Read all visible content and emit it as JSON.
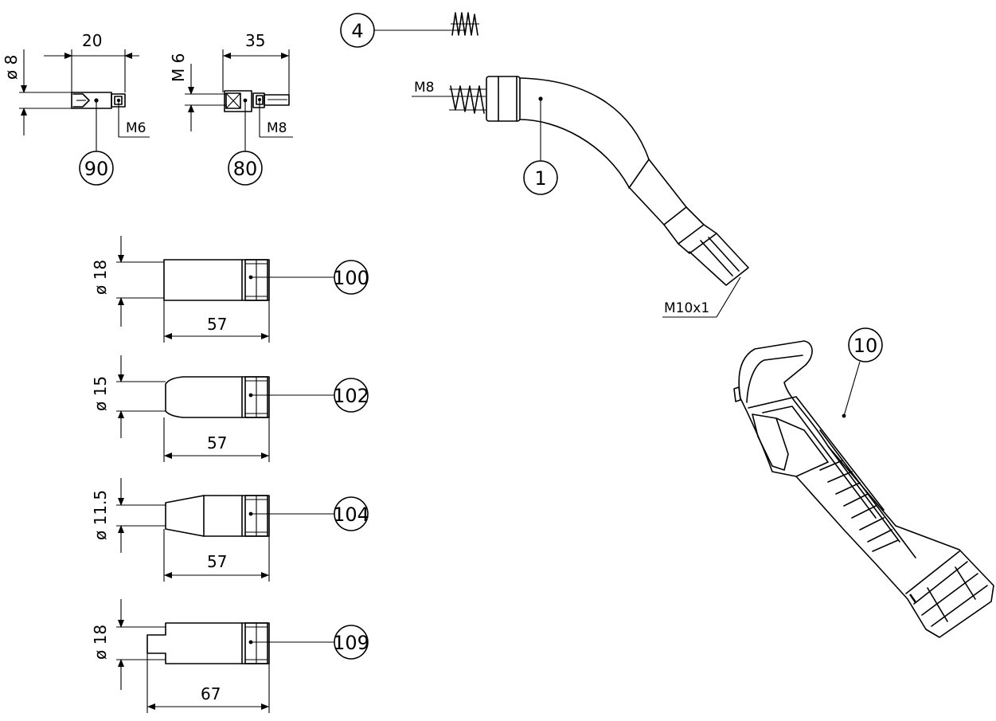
{
  "balloons": {
    "b4": "4",
    "b1": "1",
    "b10": "10",
    "b90": "90",
    "b80": "80",
    "b100": "100",
    "b102": "102",
    "b104": "104",
    "b109": "109"
  },
  "threads": {
    "m8_neck": "M8",
    "m10x1": "M10x1",
    "m6_tip": "M6",
    "m8_tip": "M8"
  },
  "dimensions": {
    "d8": "ø 8",
    "len20": "20",
    "m6_side": "M 6",
    "len35": "35",
    "d18_100": "ø 18",
    "len57_100": "57",
    "d15_102": "ø 15",
    "len57_102": "57",
    "d115_104": "ø 11.5",
    "len57_104": "57",
    "d18_109": "ø 18",
    "len67_109": "67"
  }
}
